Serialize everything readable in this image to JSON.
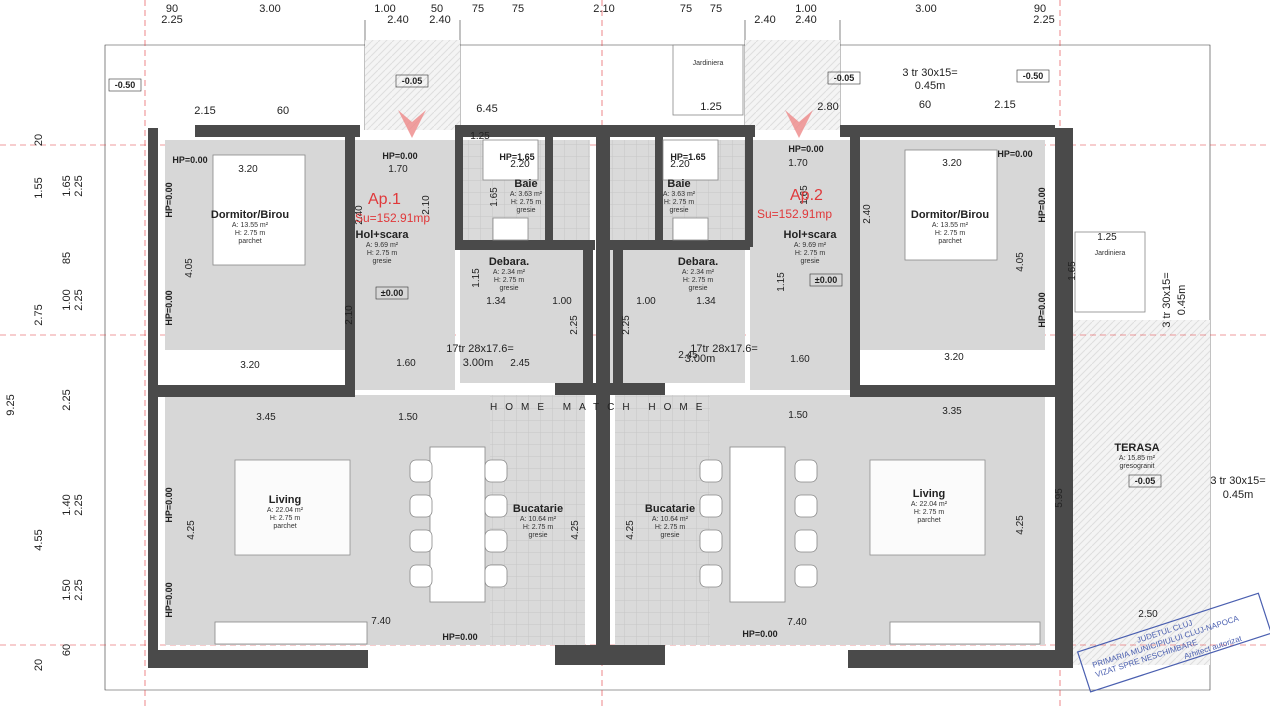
{
  "top_dimensions": [
    "90",
    "2.25",
    "3.00",
    "1.00",
    "2.40",
    "50",
    "2.40",
    "75",
    "75",
    "2.10",
    "75",
    "75",
    "2.40",
    "1.00",
    "2.40",
    "3.00",
    "90",
    "2.25"
  ],
  "second_row": [
    "2.15",
    "60",
    "6.45",
    "1.25",
    "2.80",
    "60",
    "2.15"
  ],
  "left_dimensions": [
    "20",
    "1.55",
    "1.65",
    "2.25",
    "85",
    "2.75",
    "1.00",
    "2.25",
    "9.25",
    "2.25",
    "1.40",
    "2.25",
    "4.55",
    "1.50",
    "2.25",
    "20",
    "60"
  ],
  "levels": [
    "-0.50",
    "-0.05",
    "-0.05",
    "-0.50",
    "±0.00",
    "±0.00",
    "-0.05"
  ],
  "apartments": [
    {
      "label": "Ap.1",
      "area": "Su=152.91mp"
    },
    {
      "label": "Ap.2",
      "area": "Su=152.91mp"
    }
  ],
  "rooms": [
    {
      "name": "Dormitor/Birou",
      "area": "A: 13.55 m²",
      "height": "H: 2.75 m",
      "finish": "parchet"
    },
    {
      "name": "Hol+scara",
      "area": "A: 9.69 m²",
      "height": "H: 2.75 m",
      "finish": "gresie"
    },
    {
      "name": "Baie",
      "area": "A: 3.63 m²",
      "height": "H: 2.75 m",
      "finish": "gresie"
    },
    {
      "name": "Debara.",
      "area": "A: 2.34 m²",
      "height": "H: 2.75 m",
      "finish": "gresie"
    },
    {
      "name": "Living",
      "area": "A: 22.04 m²",
      "height": "H: 2.75 m",
      "finish": "parchet"
    },
    {
      "name": "Bucatarie",
      "area": "A: 10.64 m²",
      "height": "H: 2.75 m",
      "finish": "gresie"
    },
    {
      "name": "Baie",
      "area": "A: 3.63 m²",
      "height": "H: 2.75 m",
      "finish": "gresie"
    },
    {
      "name": "Debara.",
      "area": "A: 2.34 m²",
      "height": "H: 2.75 m",
      "finish": "gresie"
    },
    {
      "name": "Bucatarie",
      "area": "A: 10.64 m²",
      "height": "H: 2.75 m",
      "finish": "gresie"
    },
    {
      "name": "Hol+scara",
      "area": "A: 9.69 m²",
      "height": "H: 2.75 m",
      "finish": "gresie"
    },
    {
      "name": "Dormitor/Birou",
      "area": "A: 13.55 m²",
      "height": "H: 2.75 m",
      "finish": "parchet"
    },
    {
      "name": "Living",
      "area": "A: 22.04 m²",
      "height": "H: 2.75 m",
      "finish": "parchet"
    },
    {
      "name": "TERASA",
      "area": "A: 15.85 m²",
      "finish": "gresogranit"
    }
  ],
  "hp_labels": [
    "HP=0.00",
    "HP=0.00",
    "HP=1.65",
    "HP=1.65",
    "HP=0.00",
    "HP=0.00",
    "HP=0.00",
    "HP=0.00",
    "HP=0.00",
    "HP=0.00",
    "HP=0.00",
    "HP=0.00",
    "HP=0.00",
    "HP=0.00"
  ],
  "stairs": [
    "17tr 28x17.6=",
    "3.00m",
    "17tr 28x17.6=",
    "3.00m",
    "3 tr 30x15=",
    "0.45m",
    "3 tr 30x15=",
    "0.45m",
    "3 tr 30x15=",
    "0.45m"
  ],
  "jardiniera": [
    "Jardiniera",
    "Jardiniera"
  ],
  "inner_dims": [
    "3.20",
    "3.20",
    "1.70",
    "2.20",
    "2.20",
    "1.70",
    "3.20",
    "3.20",
    "1.34",
    "1.00",
    "1.00",
    "1.34",
    "1.60",
    "2.45",
    "2.45",
    "1.60",
    "3.45",
    "1.50",
    "1.50",
    "3.35",
    "7.40",
    "7.40",
    "2.50",
    "1.25",
    "1.25",
    "4.05",
    "4.05",
    "2.40",
    "2.40",
    "4.25",
    "4.25",
    "4.25",
    "4.25",
    "5.95",
    "1.65",
    "2.10",
    "2.10",
    "1.65",
    "1.65",
    "1.15",
    "2.25",
    "2.25",
    "1.15"
  ],
  "watermark": "HOME MATCH HOME",
  "stamp": [
    "JUDETUL CLUJ",
    "PRIMARIA MUNICIPIULUI CLUJ-NAPOCA",
    "VIZAT SPRE NESCHIMBARE",
    "Arhitect autorizat"
  ],
  "colors": {
    "wall": "#4a4a4a",
    "floor": "#d7d7d7",
    "accent": "#e0383a",
    "stamp": "#4a5fb0"
  }
}
